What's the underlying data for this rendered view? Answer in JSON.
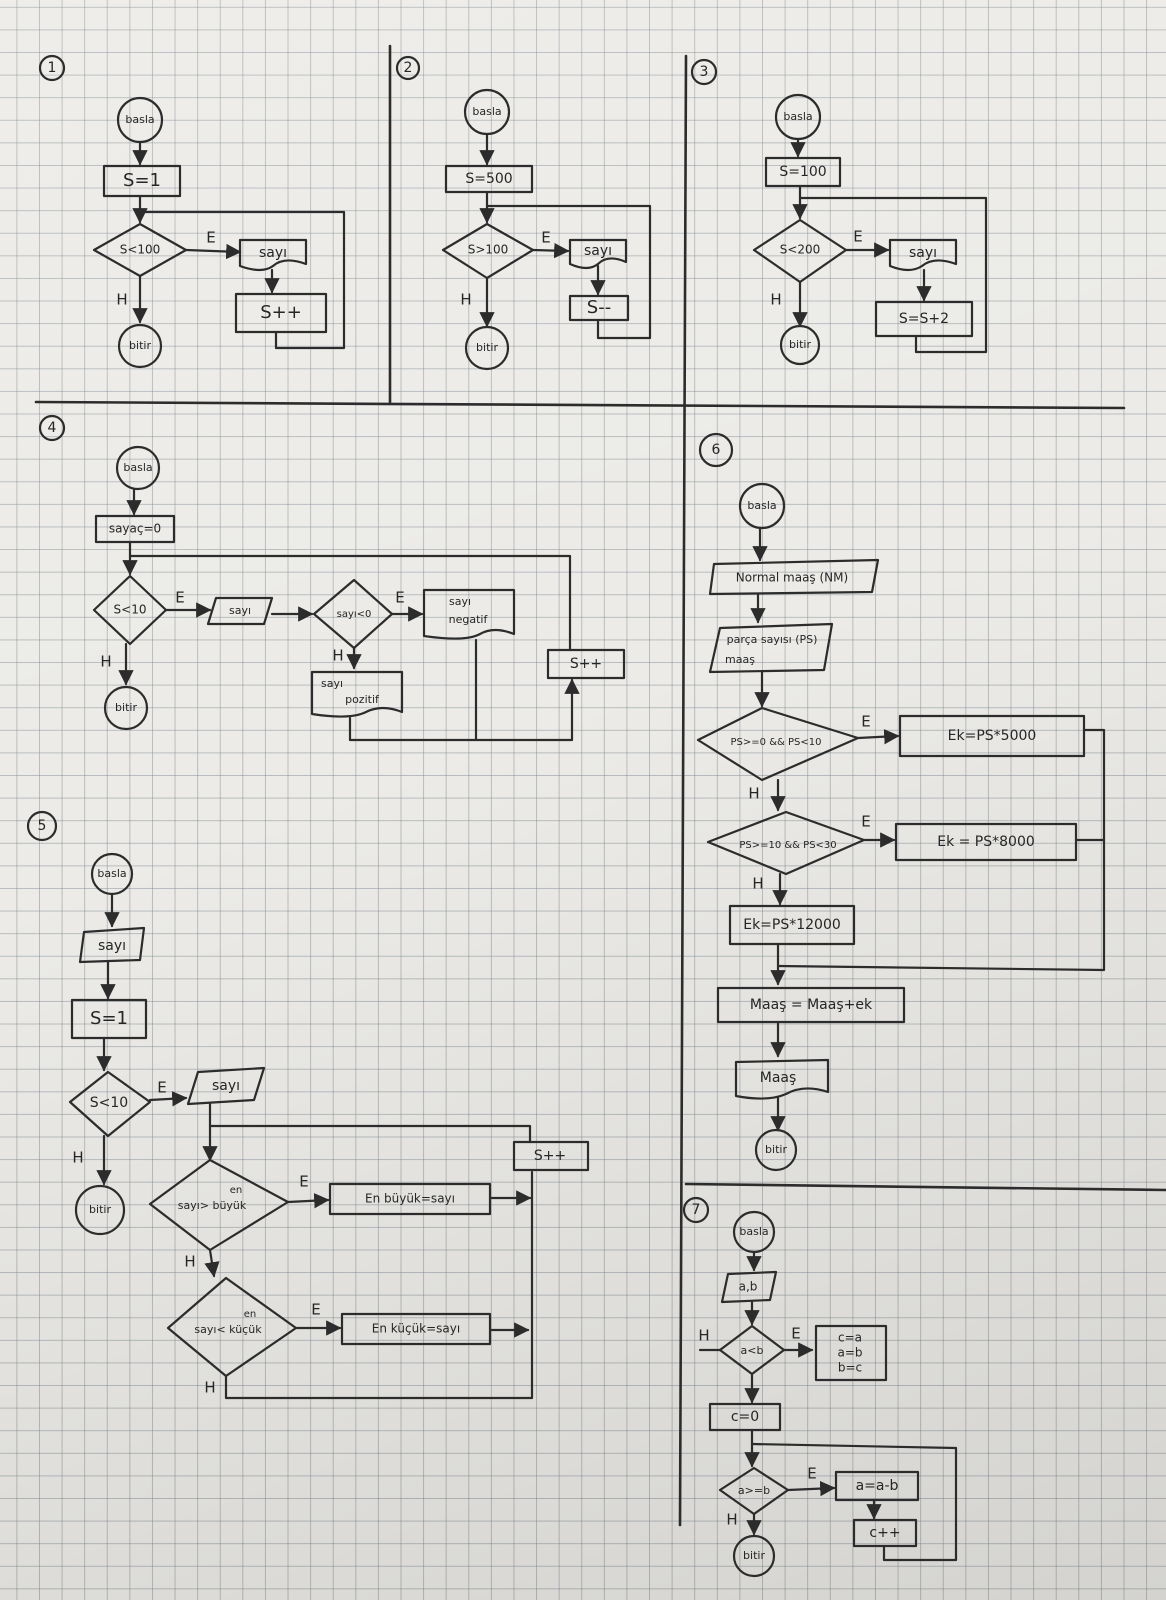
{
  "sections": {
    "s1": {
      "number": "1",
      "start": "basla",
      "init": "S=1",
      "cond": "S<100",
      "yes": "E",
      "no": "H",
      "input": "sayı",
      "update": "S++",
      "end": "bitir"
    },
    "s2": {
      "number": "2",
      "start": "basla",
      "init": "S=500",
      "cond": "S>100",
      "yes": "E",
      "no": "H",
      "input": "sayı",
      "update": "S--",
      "end": "bitir"
    },
    "s3": {
      "number": "3",
      "start": "basla",
      "init": "S=100",
      "cond": "S<200",
      "yes": "E",
      "no": "H",
      "input": "sayı",
      "update": "S=S+2",
      "end": "bitir"
    },
    "s4": {
      "number": "4",
      "start": "basla",
      "init": "sayaç=0",
      "cond": "S<10",
      "yes": "E",
      "no": "H",
      "input": "sayı",
      "cond2": "sayı<0",
      "yes2": "E",
      "no2": "H",
      "neg_line1": "sayı",
      "neg_line2": "negatif",
      "pos_line1": "sayı",
      "pos_line2": "pozitif",
      "update": "S++",
      "end": "bitir"
    },
    "s5": {
      "number": "5",
      "start": "basla",
      "input1": "sayı",
      "init": "S=1",
      "cond": "S<10",
      "yes": "E",
      "no": "H",
      "input2": "sayı",
      "cond_big_a": "en",
      "cond_big_b": "sayı> büyük",
      "yes_big": "E",
      "assign_big": "En büyük=sayı",
      "no_big": "H",
      "cond_small_a": "en",
      "cond_small_b": "sayı< küçük",
      "yes_small": "E",
      "assign_small": "En küçük=sayı",
      "no_small": "H",
      "update": "S++",
      "end": "bitir"
    },
    "s6": {
      "number": "6",
      "start": "basla",
      "input1": "Normal maaş (NM)",
      "input2_line1": "parça sayısı (PS)",
      "input2_line2": "maaş",
      "cond1": "PS>=0 && PS<10",
      "yes1": "E",
      "assign1": "Ek=PS*5000",
      "no1": "H",
      "cond2": "PS>=10 && PS<30",
      "yes2": "E",
      "assign2": "Ek = PS*8000",
      "no2": "H",
      "assign3": "Ek=PS*12000",
      "total": "Maaş = Maaş+ek",
      "output": "Maaş",
      "end": "bitir"
    },
    "s7": {
      "number": "7",
      "start": "basla",
      "input": "a,b",
      "cond1": "a<b",
      "yes1": "E",
      "no1": "H",
      "swap1": "c=a",
      "swap2": "a=b",
      "swap3": "b=c",
      "init": "c=0",
      "cond2": "a>=b",
      "yes2": "E",
      "no2": "H",
      "sub": "a=a-b",
      "inc": "c++",
      "end": "bitir"
    }
  }
}
